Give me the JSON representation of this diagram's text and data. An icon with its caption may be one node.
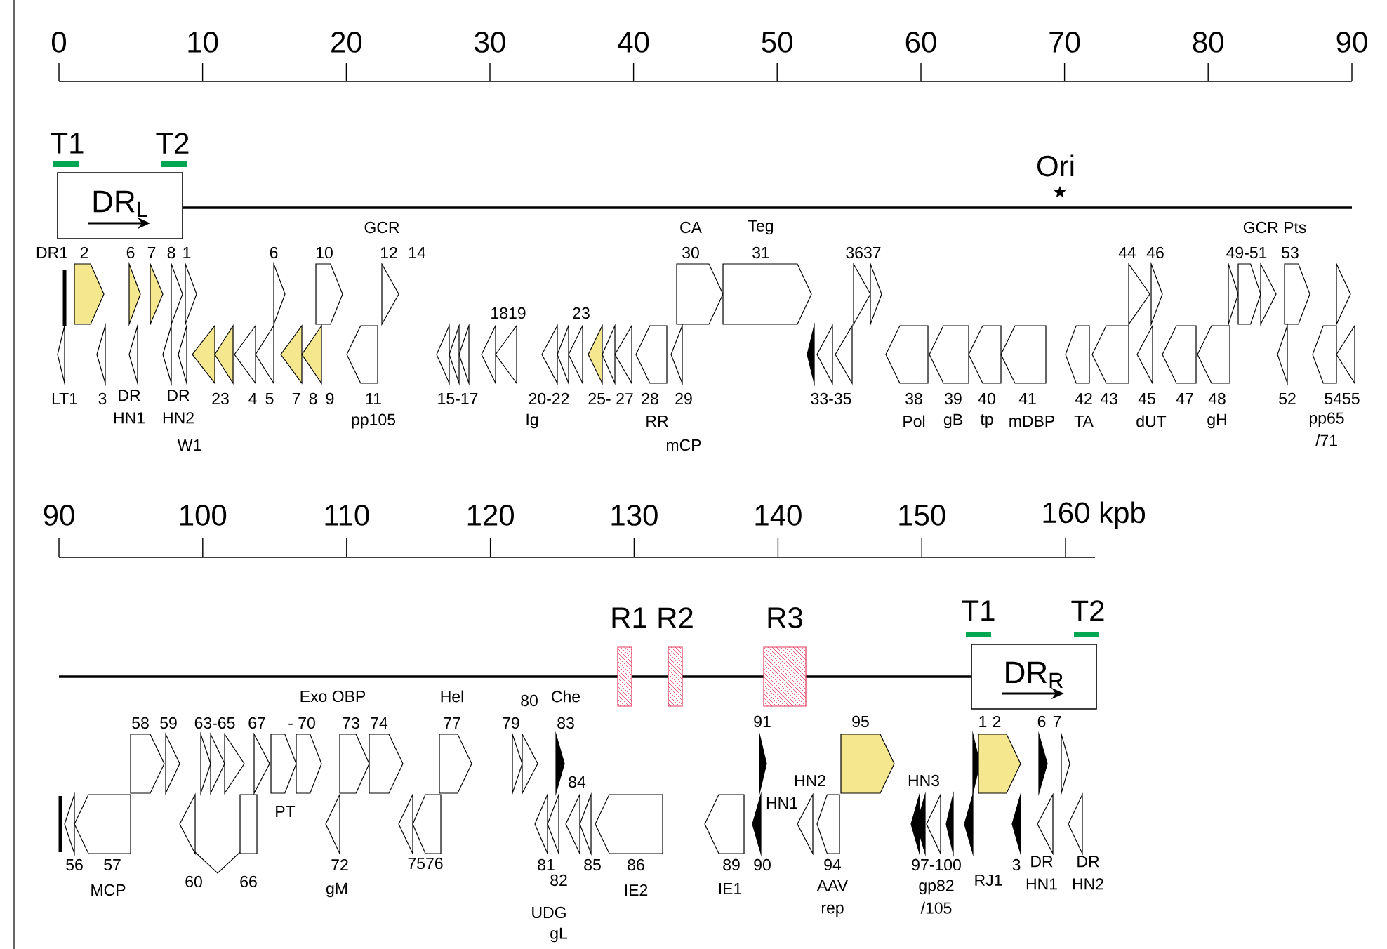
{
  "diagram": {
    "nodes": [
      {
        "text": [
          "DR$_{L}$"
        ]
      },
      {
        "text": [
          "R1"
        ]
      },
      {
        "text": [
          "R2"
        ]
      },
      {
        "text": [
          "R3"
        ]
      },
      {
        "text": [
          "DR$_{R}$"
        ]
      }
    ],
    "labels": [
      "0",
      "10",
      "20",
      "30",
      "40",
      "50",
      "60",
      "70",
      "80",
      "90",
      "T1",
      "T2",
      "Ori",
      "GCR",
      "CA",
      "Teg",
      "GCR Pts",
      "DR1",
      "2",
      "6",
      "7",
      "8",
      "1",
      "6",
      "10",
      "12",
      "14",
      "30",
      "31",
      "3637",
      "44",
      "46",
      "49-51",
      "53",
      "1819",
      "23",
      "LT1",
      "3",
      "DR HN1",
      "DR HN2",
      "W1",
      "23",
      "4",
      "5",
      "7",
      "8",
      "9",
      "11",
      "pp105",
      "15-17",
      "20-22",
      "Ig",
      "25-",
      "27",
      "28",
      "RR",
      "29",
      "mCP",
      "33-35",
      "38",
      "Pol",
      "39",
      "gB",
      "40",
      "tp",
      "41",
      "mDBP",
      "42",
      "TA",
      "43",
      "45",
      "dUT",
      "47",
      "48",
      "gH",
      "52",
      "5455",
      "pp65 /71",
      "90",
      "100",
      "110",
      "120",
      "130",
      "140",
      "150",
      "160 kpb",
      "T1",
      "T2",
      "Exo OBP",
      "Hel",
      "80",
      "Che",
      "58",
      "59",
      "63-65",
      "67",
      "- 70",
      "73",
      "74",
      "77",
      "79",
      "83",
      "91",
      "95",
      "1",
      "2",
      "6",
      "7",
      "84",
      "HN2",
      "HN3",
      "HN1",
      "PT",
      "56",
      "57",
      "MCP",
      "60",
      "66",
      "72",
      "gM",
      "7576",
      "81",
      "82",
      "UDG",
      "gL",
      "85",
      "86",
      "IE2",
      "89",
      "IE1",
      "90",
      "94",
      "AAV rep",
      "97-100",
      "gp82 /105",
      "RJ1",
      "3",
      "DR HN1",
      "DR HN2"
    ]
  }
}
